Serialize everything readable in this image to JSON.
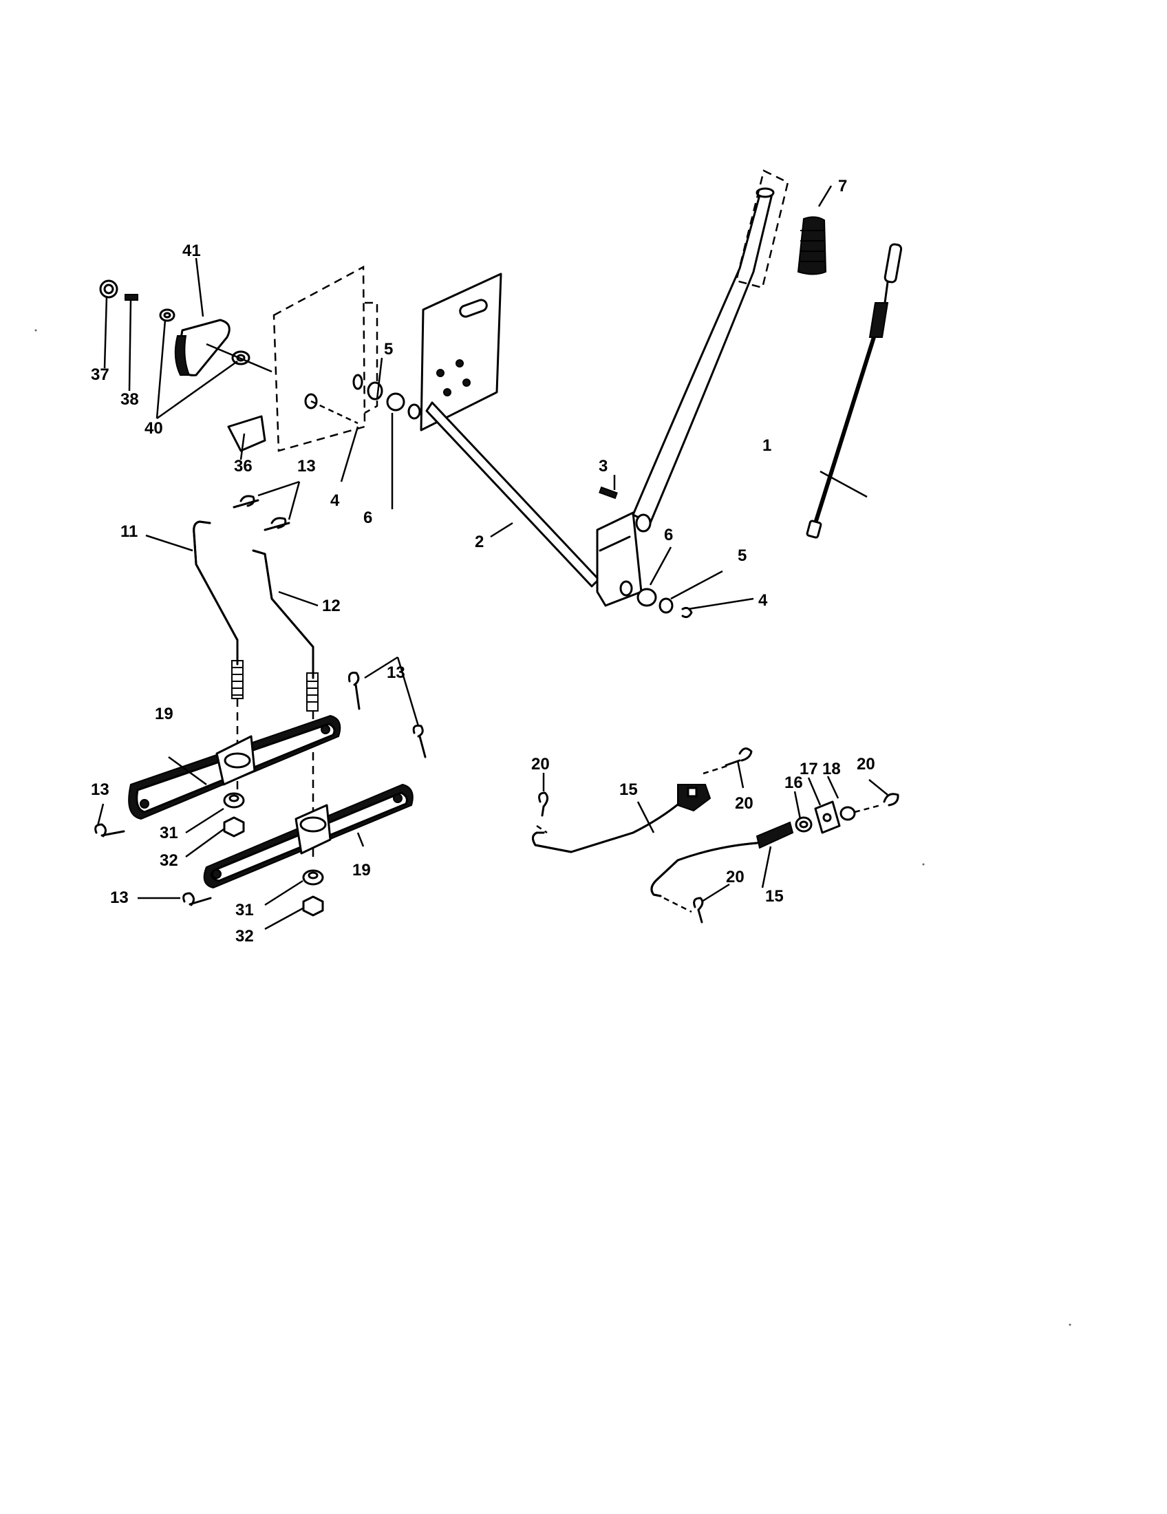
{
  "diagram": {
    "type": "exploded-parts-diagram",
    "callouts": [
      {
        "id": "c1",
        "text": "1"
      },
      {
        "id": "c2",
        "text": "2"
      },
      {
        "id": "c3",
        "text": "3"
      },
      {
        "id": "c4a",
        "text": "4"
      },
      {
        "id": "c4b",
        "text": "4"
      },
      {
        "id": "c5a",
        "text": "5"
      },
      {
        "id": "c5b",
        "text": "5"
      },
      {
        "id": "c6a",
        "text": "6"
      },
      {
        "id": "c6b",
        "text": "6"
      },
      {
        "id": "c7",
        "text": "7"
      },
      {
        "id": "c11",
        "text": "11"
      },
      {
        "id": "c12",
        "text": "12"
      },
      {
        "id": "c13a",
        "text": "13"
      },
      {
        "id": "c13b",
        "text": "13"
      },
      {
        "id": "c13c",
        "text": "13"
      },
      {
        "id": "c13d",
        "text": "13"
      },
      {
        "id": "c15a",
        "text": "15"
      },
      {
        "id": "c15b",
        "text": "15"
      },
      {
        "id": "c16",
        "text": "16"
      },
      {
        "id": "c17",
        "text": "17"
      },
      {
        "id": "c18",
        "text": "18"
      },
      {
        "id": "c19a",
        "text": "19"
      },
      {
        "id": "c19b",
        "text": "19"
      },
      {
        "id": "c20a",
        "text": "20"
      },
      {
        "id": "c20b",
        "text": "20"
      },
      {
        "id": "c20c",
        "text": "20"
      },
      {
        "id": "c20d",
        "text": "20"
      },
      {
        "id": "c31a",
        "text": "31"
      },
      {
        "id": "c31b",
        "text": "31"
      },
      {
        "id": "c32a",
        "text": "32"
      },
      {
        "id": "c32b",
        "text": "32"
      },
      {
        "id": "c36",
        "text": "36"
      },
      {
        "id": "c37",
        "text": "37"
      },
      {
        "id": "c38",
        "text": "38"
      },
      {
        "id": "c40",
        "text": "40"
      },
      {
        "id": "c41",
        "text": "41"
      }
    ]
  }
}
